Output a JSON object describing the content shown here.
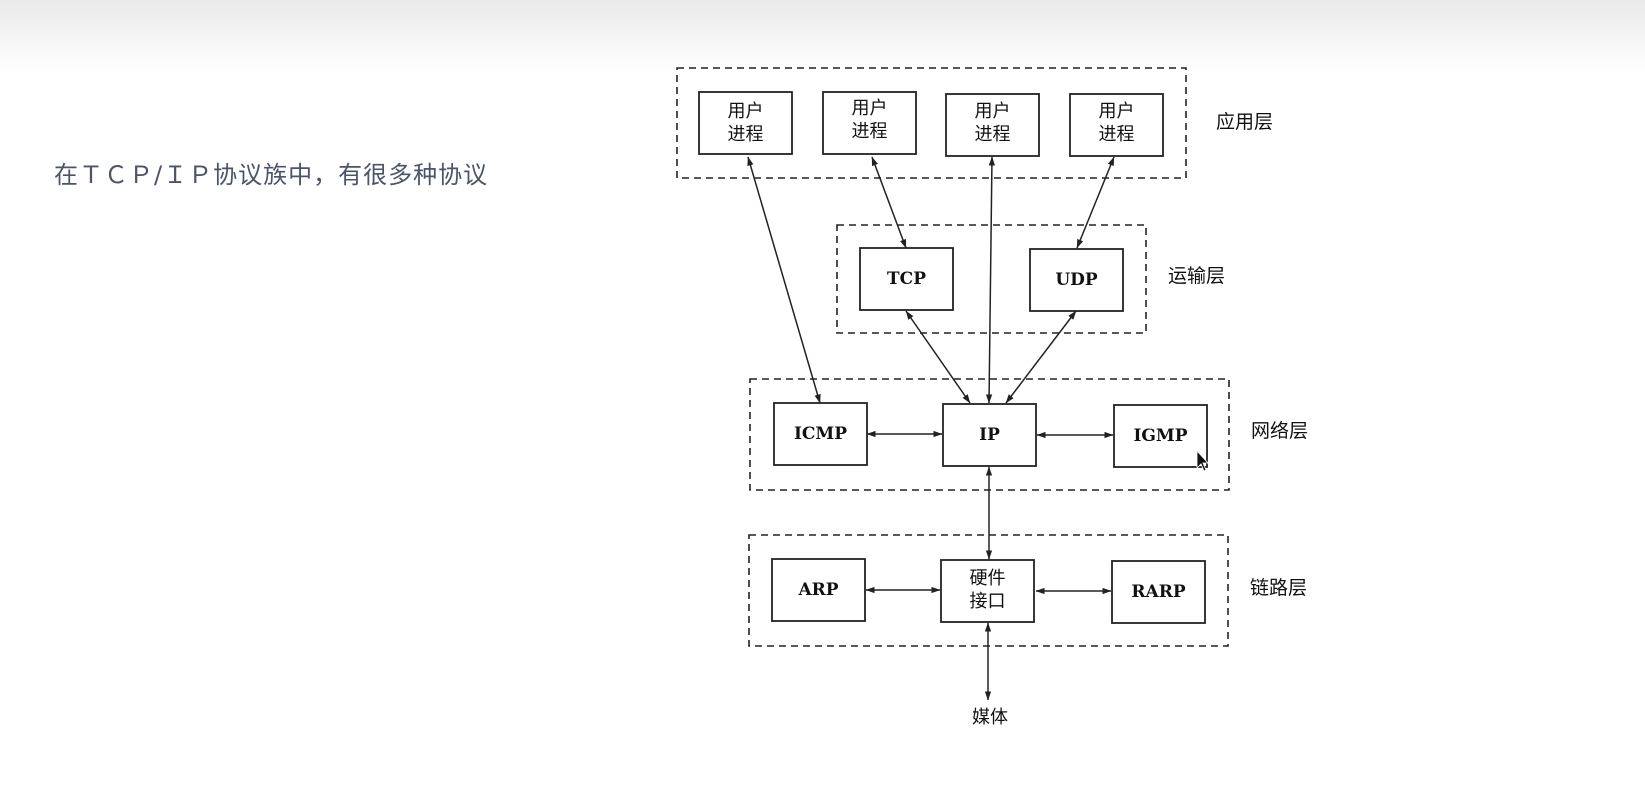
{
  "slide": {
    "text": "在ＴＣＰ/ＩＰ协议族中，有很多种协议"
  },
  "layers": {
    "application": "应用层",
    "transport": "运输层",
    "network": "网络层",
    "link": "链路层"
  },
  "nodes": {
    "user_process_1": [
      "用户",
      "进程"
    ],
    "user_process_2": [
      "用户",
      "进程"
    ],
    "user_process_3": [
      "用户",
      "进程"
    ],
    "user_process_4": [
      "用户",
      "进程"
    ],
    "tcp": "TCP",
    "udp": "UDP",
    "icmp": "ICMP",
    "ip": "IP",
    "igmp": "IGMP",
    "arp": "ARP",
    "hardware_interface": [
      "硬件",
      "接口"
    ],
    "rarp": "RARP",
    "media": "媒体"
  },
  "edges": [
    {
      "from": "user_process_1",
      "to": "icmp",
      "directed": "both"
    },
    {
      "from": "user_process_2",
      "to": "tcp",
      "directed": "both"
    },
    {
      "from": "user_process_3",
      "to": "ip",
      "directed": "both"
    },
    {
      "from": "user_process_4",
      "to": "udp",
      "directed": "both"
    },
    {
      "from": "tcp",
      "to": "ip",
      "directed": "both"
    },
    {
      "from": "udp",
      "to": "ip",
      "directed": "both"
    },
    {
      "from": "icmp",
      "to": "ip",
      "directed": "both"
    },
    {
      "from": "ip",
      "to": "igmp",
      "directed": "both"
    },
    {
      "from": "ip",
      "to": "hardware_interface",
      "directed": "both"
    },
    {
      "from": "arp",
      "to": "hardware_interface",
      "directed": "both"
    },
    {
      "from": "hardware_interface",
      "to": "rarp",
      "directed": "both"
    },
    {
      "from": "hardware_interface",
      "to": "media",
      "directed": "both"
    }
  ]
}
